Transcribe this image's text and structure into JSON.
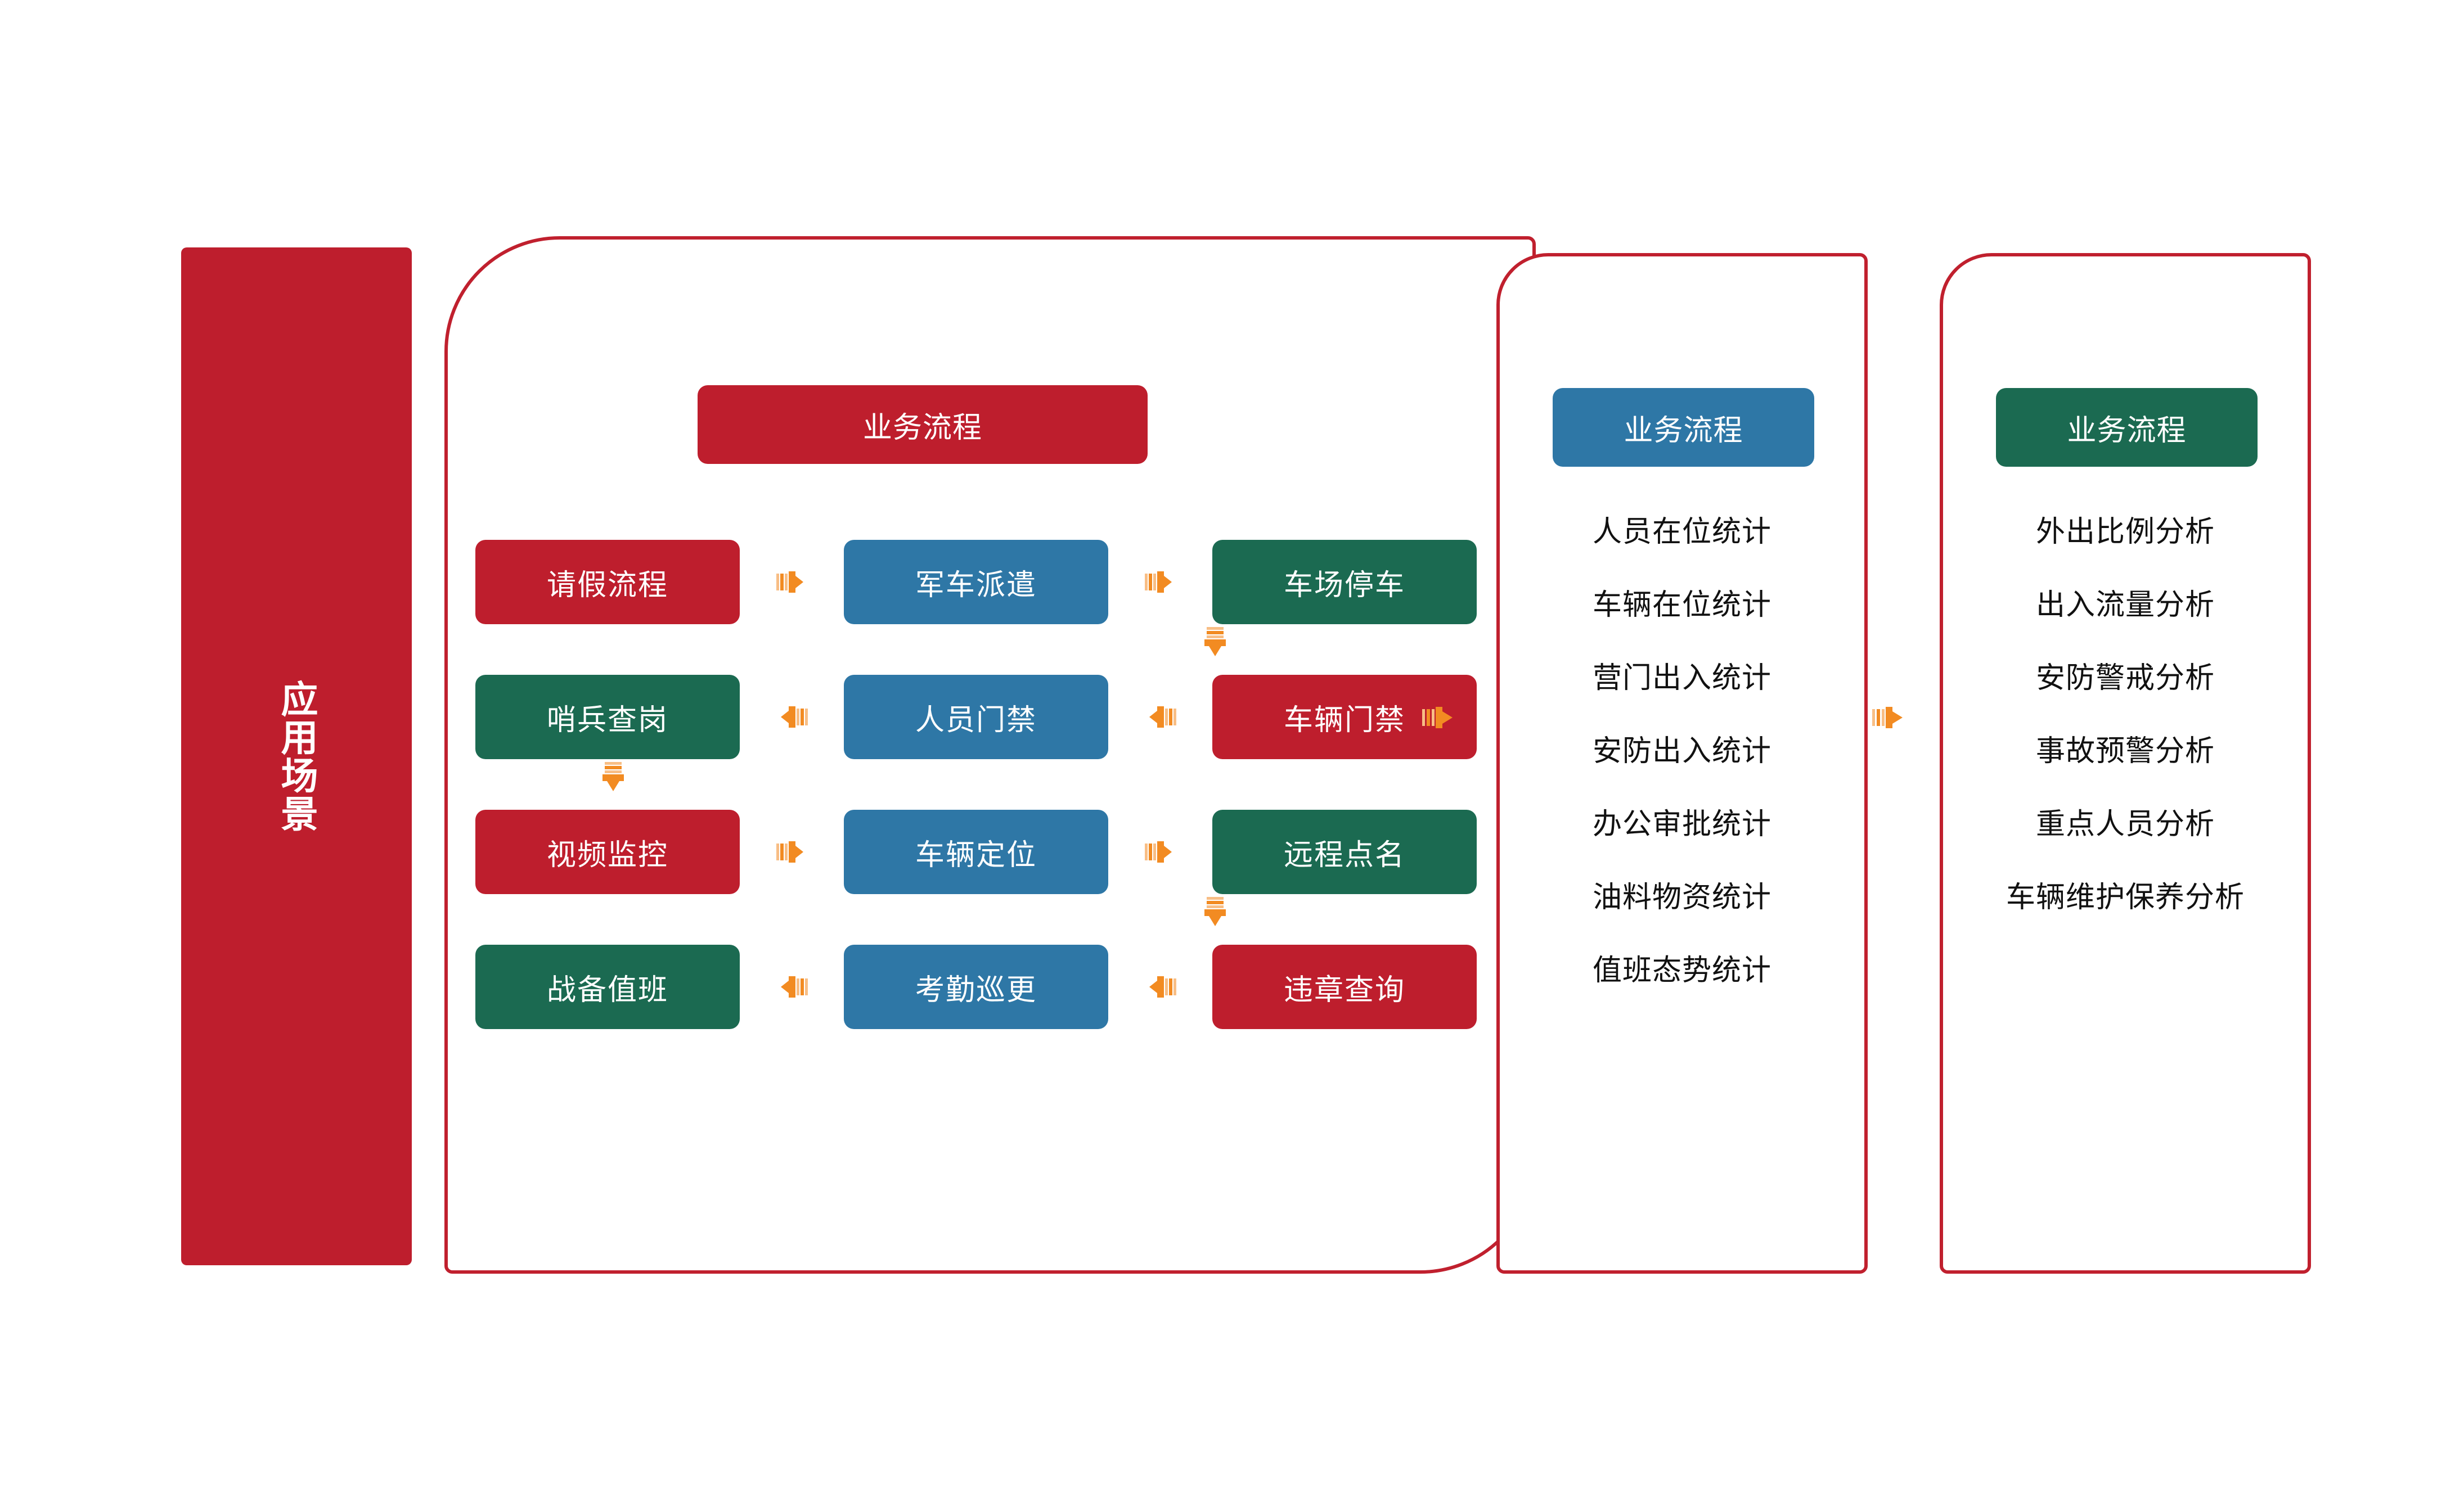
{
  "colors": {
    "red": "#BE1E2D",
    "blue": "#2E77A6",
    "green": "#1B6A51",
    "orange": "#F28B22",
    "outline": "#C0202E",
    "text_dark": "#111111",
    "background": "#FFFFFF"
  },
  "scenario_bar": {
    "label": "应用场景"
  },
  "main_panel": {
    "header": "业务流程",
    "rows": [
      {
        "boxes": [
          {
            "label": "请假流程",
            "color": "red"
          },
          {
            "label": "军车派遣",
            "color": "blue"
          },
          {
            "label": "车场停车",
            "color": "green"
          }
        ],
        "connectors": [
          "arrow-right",
          "arrow-right"
        ]
      },
      {
        "boxes": [
          {
            "label": "哨兵查岗",
            "color": "green"
          },
          {
            "label": "人员门禁",
            "color": "blue"
          },
          {
            "label": "车辆门禁",
            "color": "red"
          }
        ],
        "connectors": [
          "arrow-left",
          "arrow-left"
        ]
      },
      {
        "boxes": [
          {
            "label": "视频监控",
            "color": "red"
          },
          {
            "label": "车辆定位",
            "color": "blue"
          },
          {
            "label": "远程点名",
            "color": "green"
          }
        ],
        "connectors": [
          "arrow-right",
          "arrow-right"
        ]
      },
      {
        "boxes": [
          {
            "label": "战备值班",
            "color": "green"
          },
          {
            "label": "考勤巡更",
            "color": "blue"
          },
          {
            "label": "违章查询",
            "color": "red"
          }
        ],
        "connectors": [
          "arrow-left",
          "arrow-left"
        ]
      }
    ],
    "vertical_connectors": [
      {
        "from": "车场停车",
        "to": "车辆门禁",
        "direction": "down"
      },
      {
        "from": "哨兵查岗",
        "to": "视频监控",
        "direction": "down"
      },
      {
        "from": "远程点名",
        "to": "违章查询",
        "direction": "down"
      }
    ]
  },
  "stats_panel": {
    "header": "业务流程",
    "items": [
      "人员在位统计",
      "车辆在位统计",
      "营门出入统计",
      "安防出入统计",
      "办公审批统计",
      "油料物资统计",
      "值班态势统计"
    ]
  },
  "analysis_panel": {
    "header": "业务流程",
    "items": [
      "外出比例分析",
      "出入流量分析",
      "安防警戒分析",
      "事故预警分析",
      "重点人员分析",
      "车辆维护保养分析"
    ]
  },
  "panel_arrows": [
    {
      "name": "main-to-stats",
      "direction": "right"
    },
    {
      "name": "stats-to-analysis",
      "direction": "right"
    }
  ]
}
